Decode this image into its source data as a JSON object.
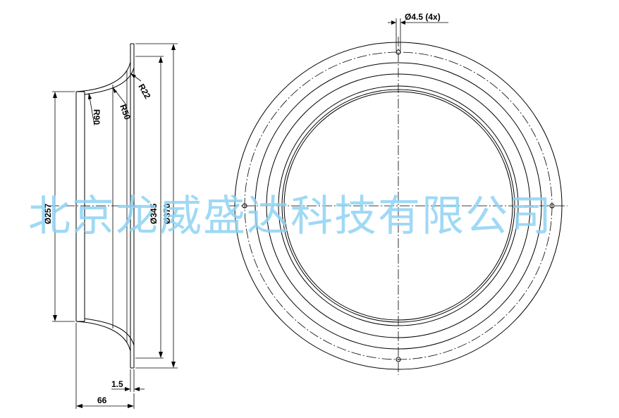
{
  "watermark": "北京龙威盛达科技有限公司",
  "dims": {
    "hole": "Ø4.5 (4x)",
    "r22": "R22",
    "r50": "R50",
    "r90": "R90",
    "d257": "Ø257",
    "d345": "Ø345",
    "d370": "Ø370",
    "t15": "1.5",
    "w66": "66"
  }
}
